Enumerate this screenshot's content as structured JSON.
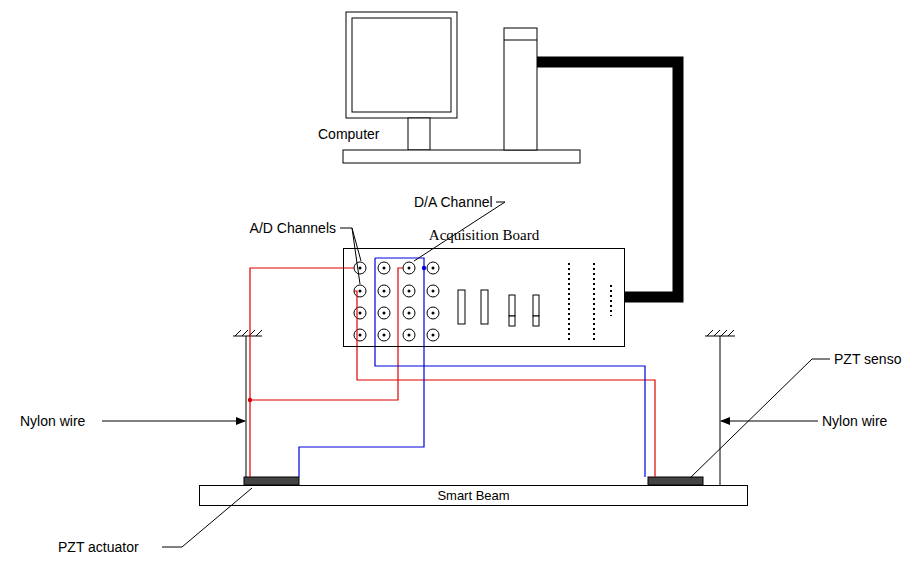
{
  "diagram": {
    "nodes": [
      {
        "text": [
          "Computer"
        ]
      },
      {
        "text": [
          "Acquisition Board"
        ]
      },
      {
        "text": [
          "Smart Beam"
        ]
      }
    ],
    "edges": [
      {
        "from": 0,
        "to": 1,
        "arrow": "none"
      }
    ],
    "labels": [
      "D/A Channel",
      "A/D Channels",
      "Nylon wire",
      "Nylon wire",
      "PZT actuator",
      "PZT senso"
    ]
  }
}
